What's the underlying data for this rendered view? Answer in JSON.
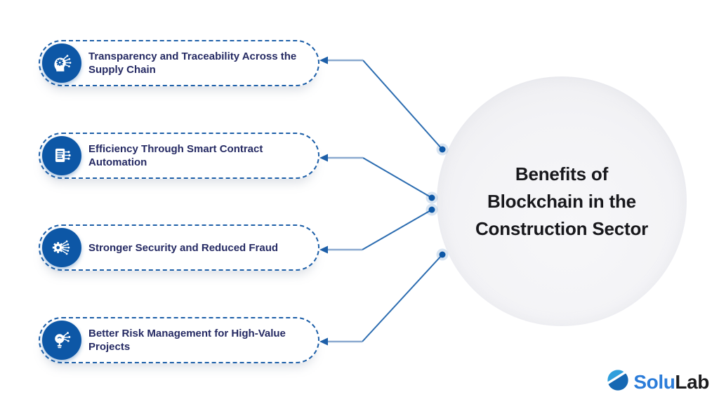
{
  "title": {
    "lines": [
      "Benefits of",
      "Blockchain in the",
      "Construction Sector"
    ]
  },
  "benefits": [
    {
      "label": "Transparency and Traceability Across the Supply Chain",
      "icon": "ai-head-icon"
    },
    {
      "label": "Efficiency Through Smart Contract Automation",
      "icon": "smart-contract-document-icon"
    },
    {
      "label": "Stronger Security and Reduced Fraud",
      "icon": "security-gear-icon"
    },
    {
      "label": "Better Risk Management for High-Value Projects",
      "icon": "idea-network-icon"
    }
  ],
  "logo": {
    "icon": "solulab-mark-icon",
    "text_primary": "Solu",
    "text_secondary": "Lab"
  },
  "colors": {
    "icon_circle": "#0d57a6",
    "pill_border": "#1d5fa8",
    "pill_text": "#252a63",
    "title_text": "#18181c",
    "connector_dark": "#2b6cb0",
    "connector_light": "#8aa9cf",
    "arrow": "#1d5fa8",
    "node_dot": "#0d57a6",
    "logo_blue": "#2b7cd9",
    "logo_dark": "#1d1d1f"
  }
}
